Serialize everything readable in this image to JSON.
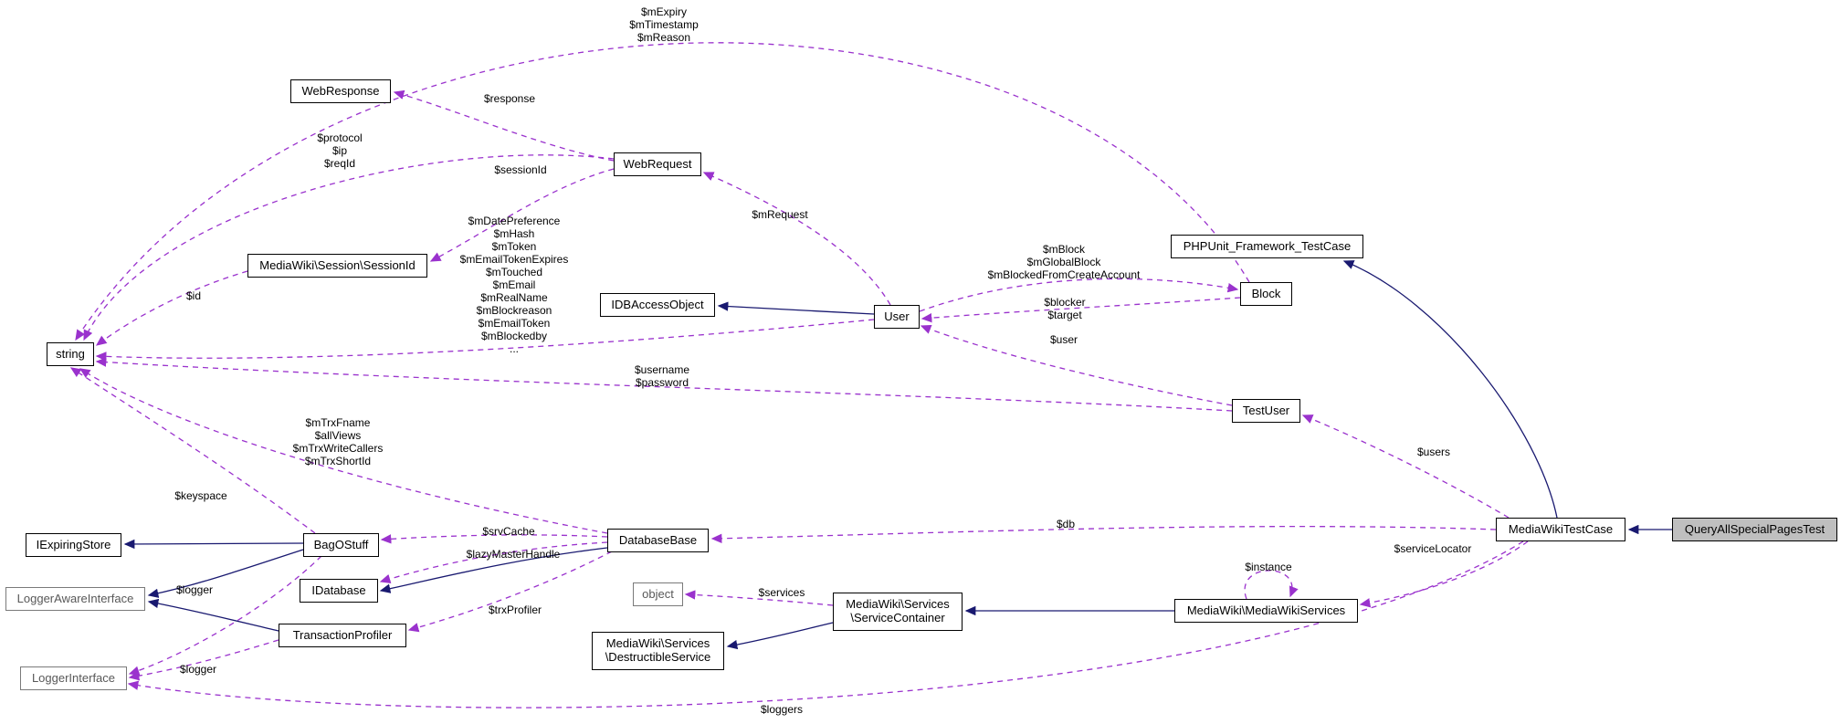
{
  "diagram": {
    "kind": "doxygen-collaboration-graph"
  },
  "colors": {
    "usage_edge": "#9a32cd",
    "inheritance_edge": "#191970",
    "node_border": "#000000",
    "node_bg": "#ffffff",
    "external_node": "#7a7a7a",
    "highlight_bg": "#bfbfbf"
  },
  "nodes": {
    "web_response": "WebResponse",
    "web_request": "WebRequest",
    "session_id": "MediaWiki\\Session\\SessionId",
    "string": "string",
    "idb_access_object": "IDBAccessObject",
    "user": "User",
    "phpunit": "PHPUnit_Framework_TestCase",
    "block": "Block",
    "test_user": "TestUser",
    "iexpiring_store": "IExpiringStore",
    "bagostuff": "BagOStuff",
    "database_base": "DatabaseBase",
    "logger_aware": "LoggerAwareInterface",
    "idatabase": "IDatabase",
    "transaction_profiler": "TransactionProfiler",
    "object": "object",
    "service_container": "MediaWiki\\Services\n\\ServiceContainer",
    "destructible_service": "MediaWiki\\Services\n\\DestructibleService",
    "mediawiki_services": "MediaWiki\\MediaWikiServices",
    "logger_interface": "LoggerInterface",
    "mediawiki_testcase": "MediaWikiTestCase",
    "query_all_special_pages_test": "QueryAllSpecialPagesTest"
  },
  "edge_labels": {
    "mexpiry": "$mExpiry\n$mTimestamp\n$mReason",
    "response": "$response",
    "protocol": "$protocol\n$ip\n$reqId",
    "sessionid": "$sessionId",
    "mrequest": "$mRequest",
    "user_attrs": "$mDatePreference\n$mHash\n$mToken\n$mEmailTokenExpires\n$mTouched\n$mEmail\n$mRealName\n$mBlockreason\n$mEmailToken\n$mBlockedby\n...",
    "id": "$id",
    "mblock": "$mBlock\n$mGlobalBlock\n$mBlockedFromCreateAccount",
    "blocker_target": "$blocker\n$target",
    "user": "$user",
    "username_password": "$username\n$password",
    "mtrx": "$mTrxFname\n$allViews\n$mTrxWriteCallers\n$mTrxShortId",
    "keyspace": "$keyspace",
    "srv_cache": "$srvCache",
    "lazy_master": "$lazyMasterHandle",
    "db": "$db",
    "users": "$users",
    "service_locator": "$serviceLocator",
    "logger_upper": "$logger",
    "trx_profiler": "$trxProfiler",
    "services": "$services",
    "instance": "$instance",
    "logger_lower": "$logger",
    "loggers": "$loggers"
  }
}
